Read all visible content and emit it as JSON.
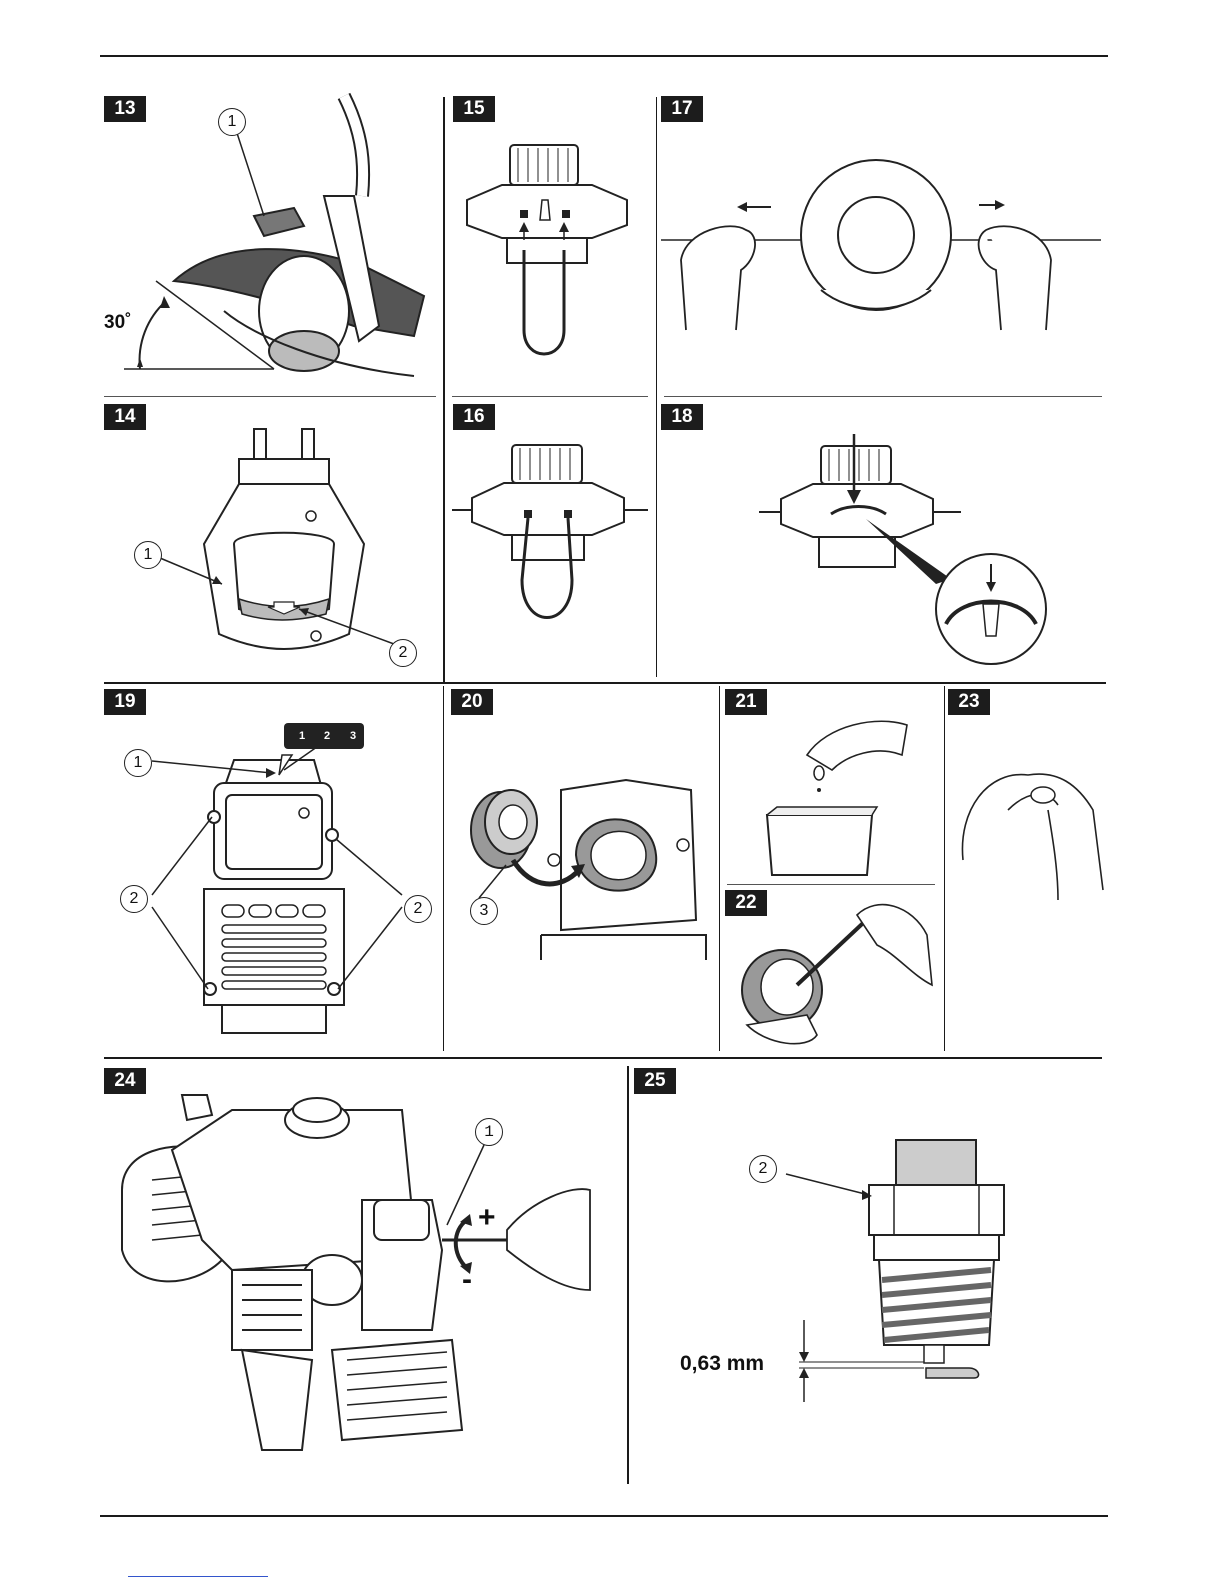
{
  "panels": [
    {
      "id": "13",
      "angle_label": "30˚",
      "callouts": [
        "1"
      ]
    },
    {
      "id": "14",
      "callouts": [
        "1",
        "2"
      ]
    },
    {
      "id": "15"
    },
    {
      "id": "16"
    },
    {
      "id": "17"
    },
    {
      "id": "18"
    },
    {
      "id": "19",
      "callouts": [
        "1",
        "2",
        "2"
      ],
      "height_marks": [
        "1",
        "2",
        "3"
      ]
    },
    {
      "id": "20",
      "callouts": [
        "3"
      ]
    },
    {
      "id": "21"
    },
    {
      "id": "22"
    },
    {
      "id": "23"
    },
    {
      "id": "24",
      "callouts": [
        "1"
      ],
      "plus": "+",
      "minus": "-"
    },
    {
      "id": "25",
      "callouts": [
        "2"
      ],
      "gap_label": "0,63 mm"
    }
  ]
}
